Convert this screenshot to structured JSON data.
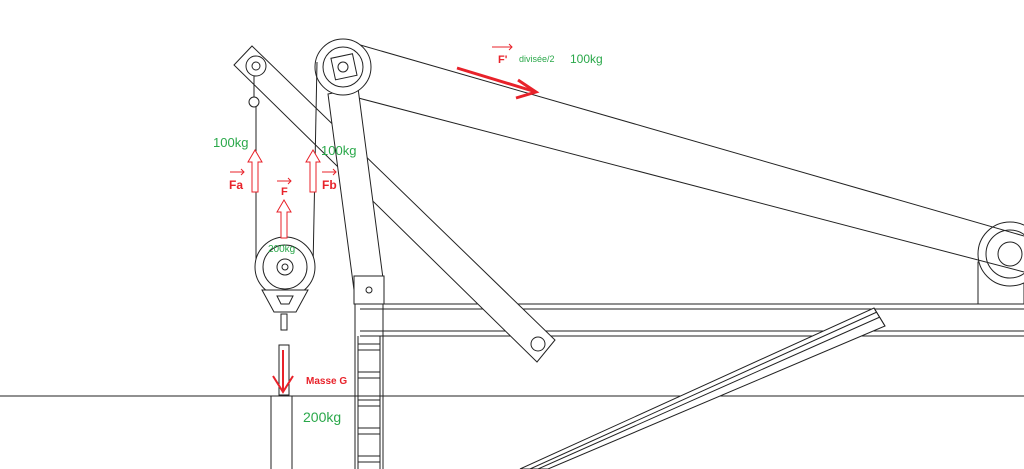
{
  "labels": {
    "f_prime": "F'",
    "divided": "divisée/2",
    "mass_right": "100kg",
    "mass_left": "100kg",
    "mass_mid": "100kg",
    "fa": "Fa",
    "f": "F",
    "fb": "Fb",
    "mass_pulley": "200kg",
    "masse_g": "Masse G",
    "mass_bottom": "200kg"
  },
  "colors": {
    "force": "#e8222a",
    "mass": "#2aa84a",
    "line": "#222222"
  }
}
